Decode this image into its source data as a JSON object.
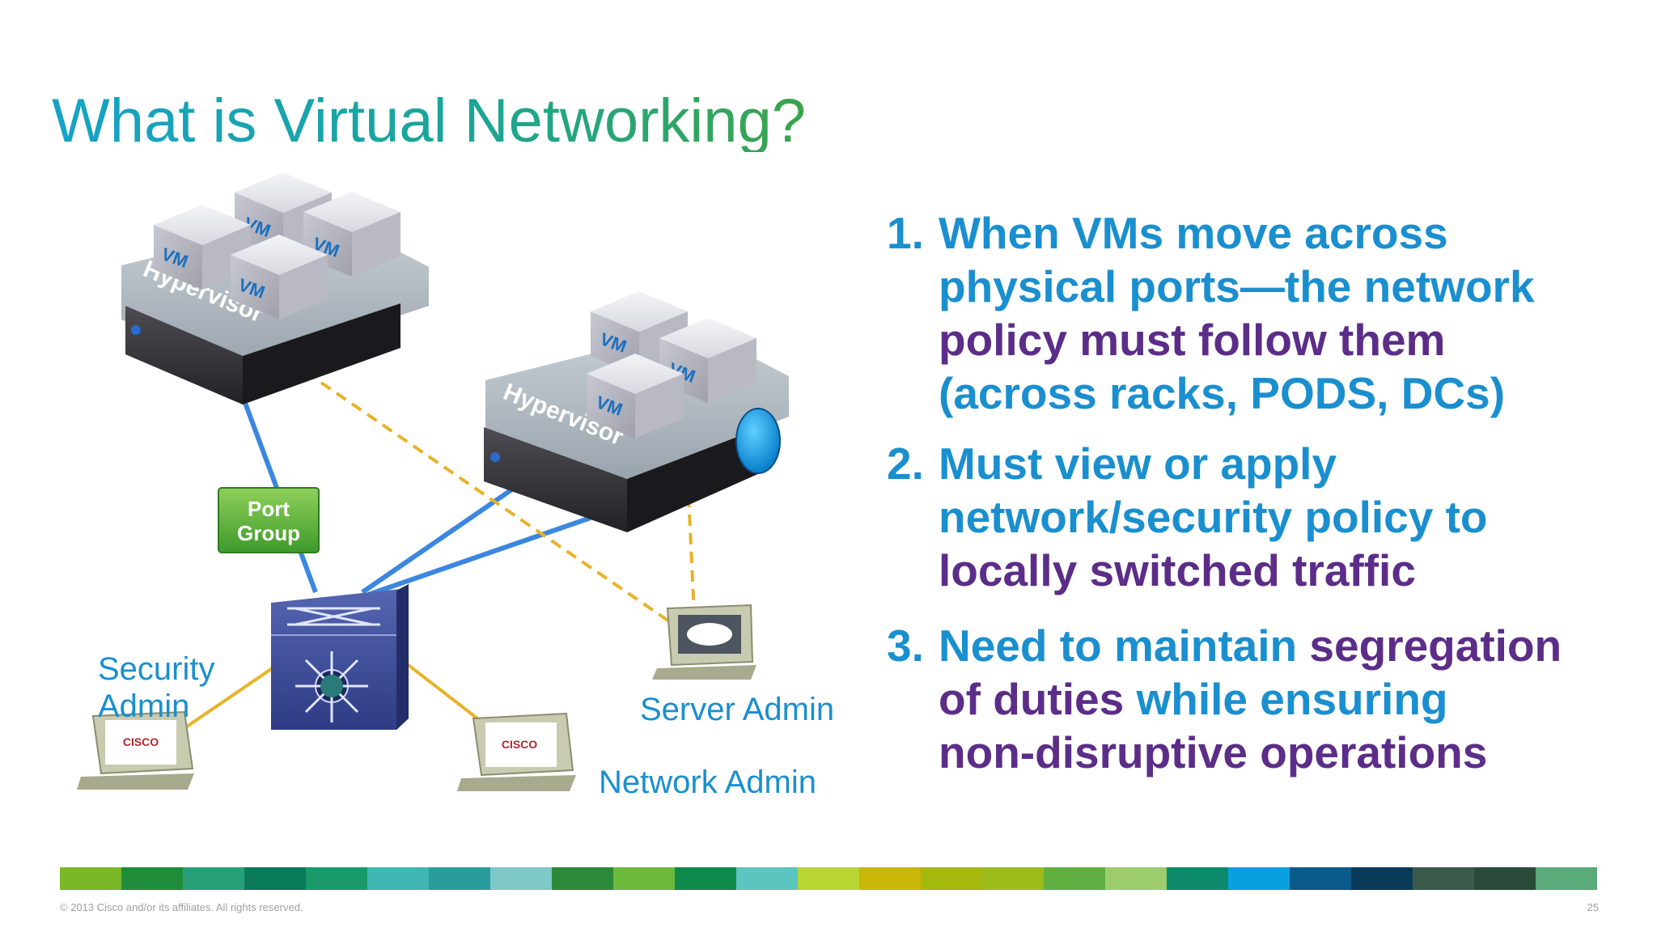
{
  "title": "What is Virtual Networking?",
  "diagram": {
    "vm_label": "VM",
    "hypervisor_label": "Hypervisor",
    "port_group_label": "Port\nGroup",
    "port_group_line1": "Port",
    "port_group_line2": "Group",
    "security_admin_line1": "Security",
    "security_admin_line2": "Admin",
    "server_admin": "Server Admin",
    "network_admin": "Network Admin",
    "cisco_logo_text": "CISCO"
  },
  "points": [
    {
      "number": "1.",
      "lines": [
        [
          {
            "text": "When VMs move across",
            "color": "blue"
          }
        ],
        [
          {
            "text": "physical ports—the network",
            "color": "blue"
          }
        ],
        [
          {
            "text": "policy must follow them",
            "color": "purple"
          }
        ],
        [
          {
            "text": "(across racks, PODS, DCs)",
            "color": "blue"
          }
        ]
      ]
    },
    {
      "number": "2.",
      "lines": [
        [
          {
            "text": "Must view or apply",
            "color": "blue"
          }
        ],
        [
          {
            "text": "network/security policy to",
            "color": "blue"
          }
        ],
        [
          {
            "text": "locally switched traffic",
            "color": "purple"
          }
        ]
      ]
    },
    {
      "number": "3.",
      "lines": [
        [
          {
            "text": "Need to maintain ",
            "color": "blue"
          },
          {
            "text": "segregation",
            "color": "purple"
          }
        ],
        [
          {
            "text": "of duties ",
            "color": "purple"
          },
          {
            "text": "while ensuring",
            "color": "blue"
          }
        ],
        [
          {
            "text": "non-disruptive operations",
            "color": "purple"
          }
        ]
      ]
    }
  ],
  "colors": {
    "blue": "#1a8fcf",
    "purple": "#5c2d88",
    "link_blue": "#3b87e0",
    "link_orange": "#e8b32a",
    "port_group_green": "#5fae3a",
    "switch_blue": "#3f4f9a"
  },
  "footer": {
    "copyright": "© 2013 Cisco and/or its affiliates. All rights reserved.",
    "page_number": "25",
    "bar_colors": [
      "#7ab829",
      "#1f8c3b",
      "#27a07a",
      "#0a7a5a",
      "#1a9a6a",
      "#3fb6b1",
      "#2a9c9e",
      "#7fc8c8",
      "#2a8a3a",
      "#6cb93c",
      "#0f8a4a",
      "#5ec4c0",
      "#b9d531",
      "#c9b70a",
      "#a5b80c",
      "#9cbc1c",
      "#5fb040",
      "#9ccc6c",
      "#0c8a6a",
      "#0aa0e0",
      "#0a5a8a",
      "#0a3a5a",
      "#3a5a4a",
      "#2a4a3a",
      "#5aaa7a"
    ]
  }
}
